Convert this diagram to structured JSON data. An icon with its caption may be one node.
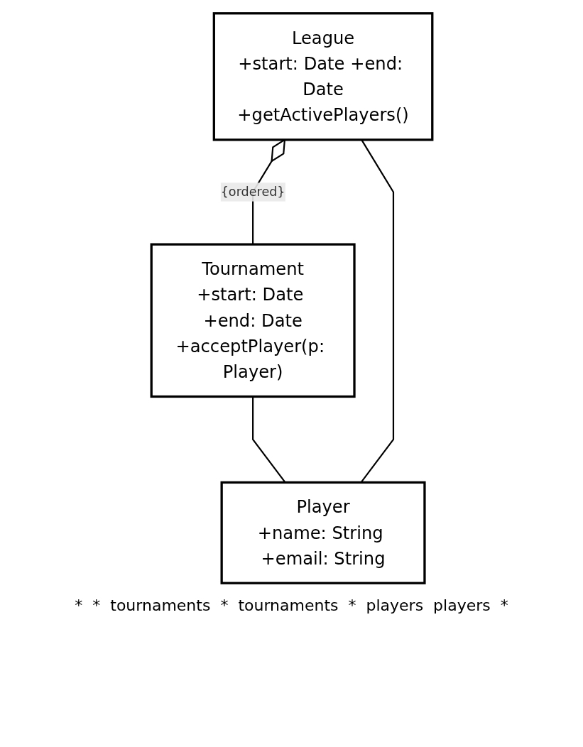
{
  "diagram": {
    "nodes": [
      {
        "text": [
          "League",
          "+start: Date +end: Date",
          "+getActivePlayers()"
        ]
      },
      {
        "text": [
          "Tournament",
          "+start: Date +end: Date",
          "+acceptPlayer(p: Player)"
        ]
      },
      {
        "text": [
          "Player",
          "+name: String +email: String"
        ]
      }
    ],
    "edges": [
      {
        "from": 0,
        "to": 1,
        "arrow": "other",
        "label": "{ordered}"
      },
      {
        "from": 1,
        "to": 2,
        "arrow": "none"
      },
      {
        "from": 0,
        "to": 2,
        "arrow": "none"
      }
    ],
    "labels": [
      "*",
      "*",
      "tournaments",
      "*",
      "tournaments",
      "*",
      "players",
      "players",
      "*"
    ]
  }
}
